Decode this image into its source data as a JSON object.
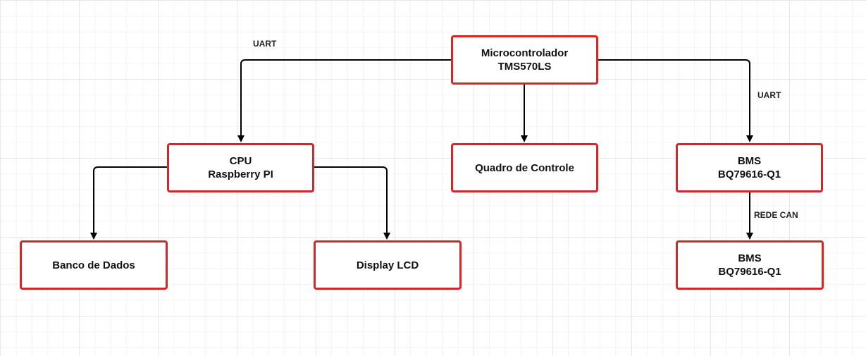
{
  "colors": {
    "node_border": "#d62728",
    "edge": "#000000",
    "grid": "#e8e8e8"
  },
  "nodes": {
    "microcontroller": {
      "line1": "Microcontrolador",
      "line2": "TMS570LS"
    },
    "cpu": {
      "line1": "CPU",
      "line2": "Raspberry PI"
    },
    "control_panel": {
      "line1": "Quadro de Controle"
    },
    "bms_top": {
      "line1": "BMS",
      "line2": "BQ79616-Q1"
    },
    "database": {
      "line1": "Banco de Dados"
    },
    "display": {
      "line1": "Display LCD"
    },
    "bms_bottom": {
      "line1": "BMS",
      "line2": "BQ79616-Q1"
    }
  },
  "edges": {
    "uart_left": "UART",
    "uart_right": "UART",
    "can": "REDE CAN"
  }
}
